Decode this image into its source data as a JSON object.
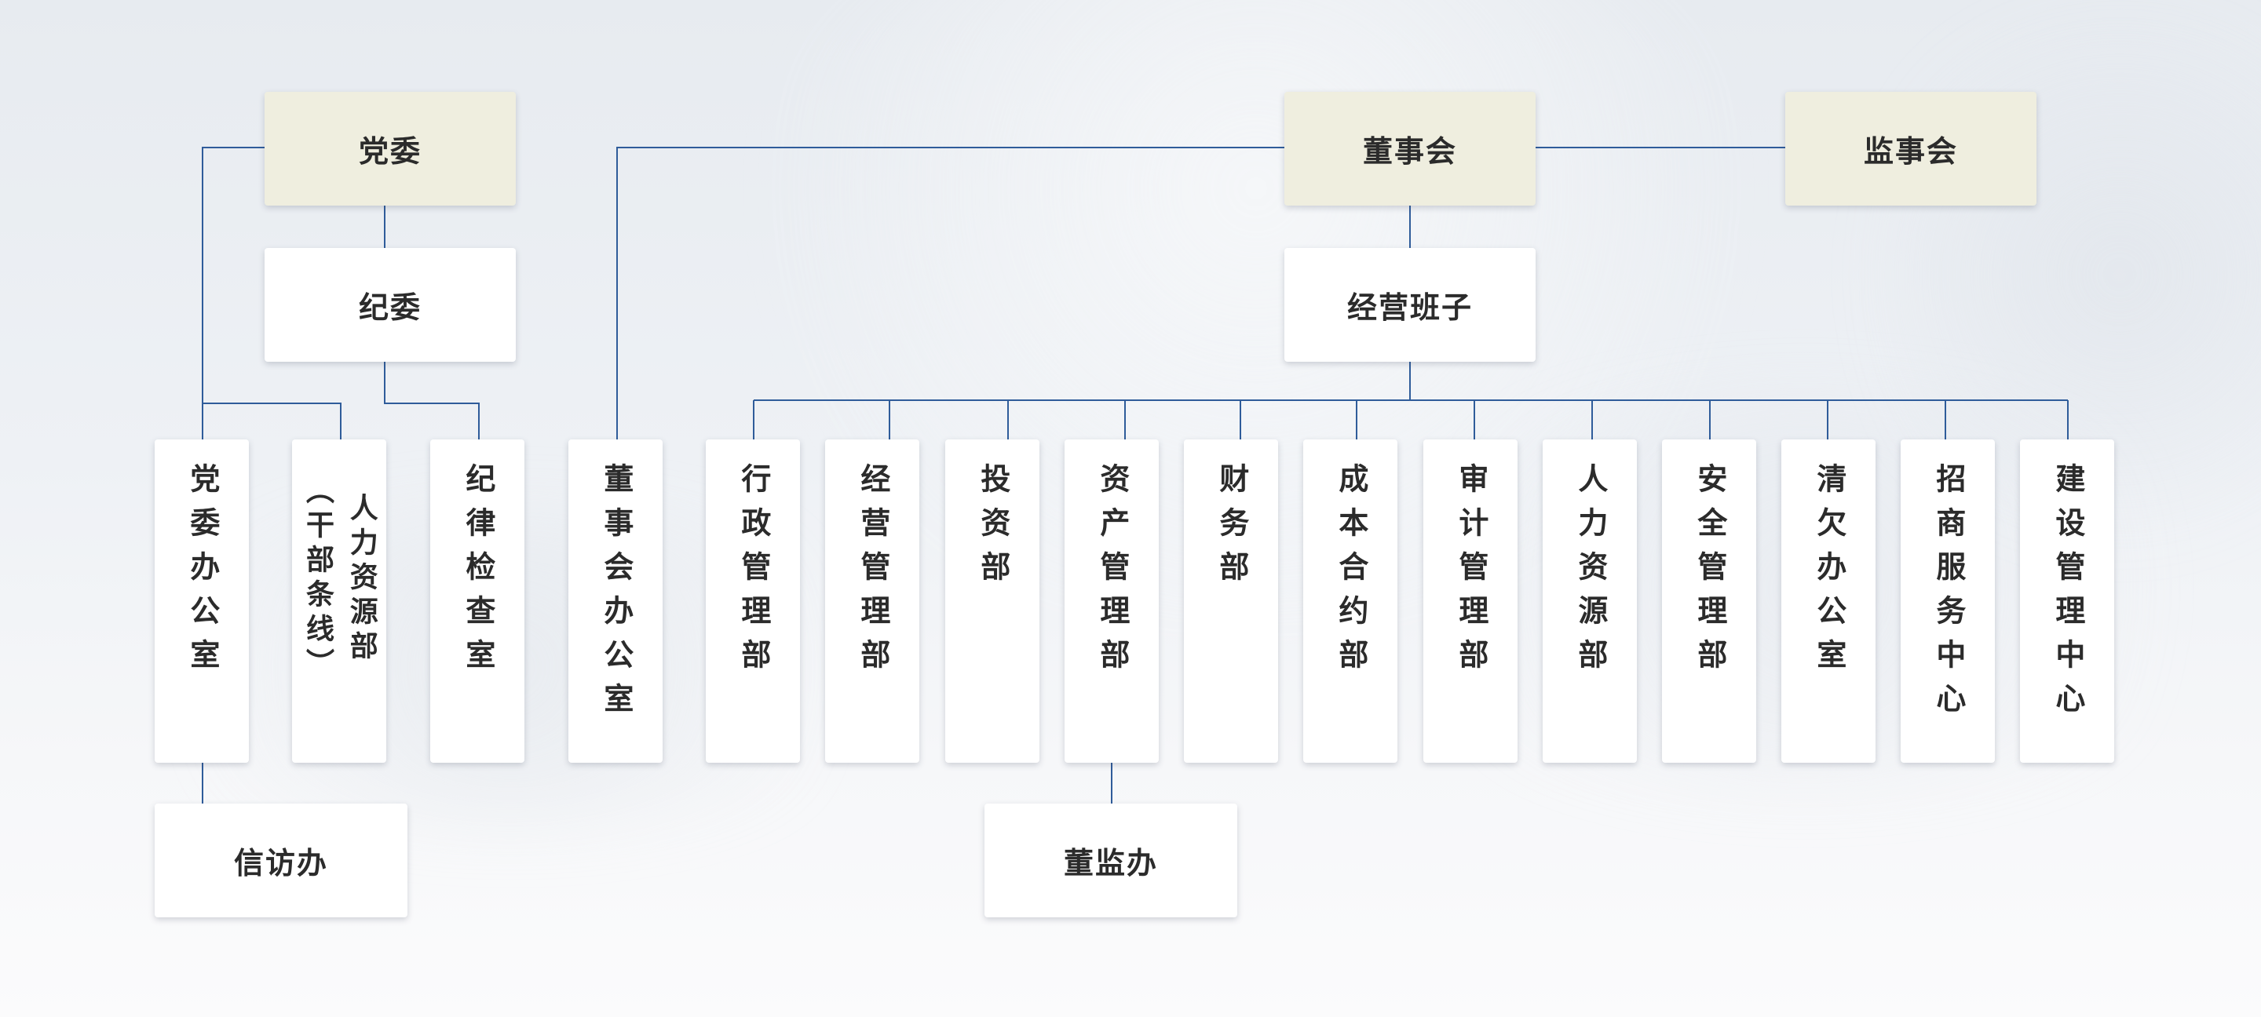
{
  "nodes": {
    "dangwei": "党委",
    "jiwei": "纪委",
    "dongshihui": "董事会",
    "jianshihui": "监事会",
    "jingying_banzi": "经营班子",
    "dangwei_office": "党委办公室",
    "hr_cadre": "人力资源部（干部条线）",
    "discipline_office": "纪律检查室",
    "board_office": "董事会办公室",
    "admin_dept": "行政管理部",
    "operation_dept": "经营管理部",
    "investment_dept": "投资部",
    "asset_dept": "资产管理部",
    "finance_dept": "财务部",
    "cost_dept": "成本合约部",
    "audit_dept": "审计管理部",
    "hr_dept": "人力资源部",
    "safety_dept": "安全管理部",
    "debt_office": "清欠办公室",
    "investment_service": "招商服务中心",
    "construction_center": "建设管理中心",
    "petition_office": "信访办",
    "supervision_office": "董监办"
  },
  "colors": {
    "line": "#2f5c9a",
    "top_box": "#efeedf",
    "box": "#ffffff",
    "text": "#2b2b2b"
  }
}
